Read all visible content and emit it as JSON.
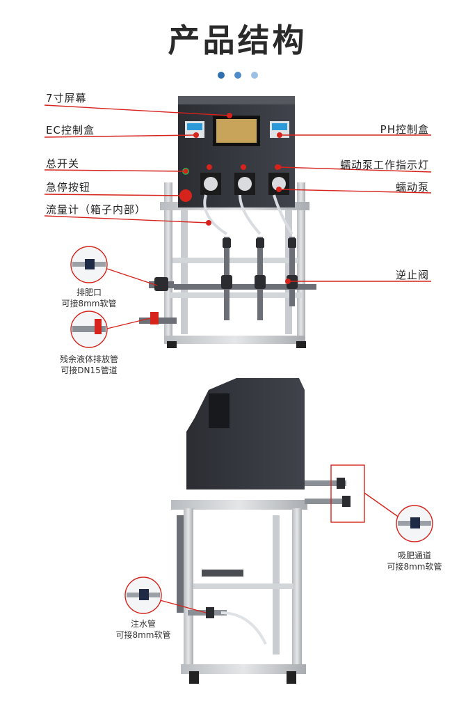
{
  "title": "产品结构",
  "accent_color": "#e02020",
  "dot_colors": [
    "#2f6fb0",
    "#4f8bc8",
    "#9cc0e3"
  ],
  "labels_left": [
    "7寸屏幕",
    "EC控制盒",
    "总开关",
    "急停按钮",
    "流量计（箱子内部）"
  ],
  "labels_right": [
    "PH控制盒",
    "蠕动泵工作指示灯",
    "蠕动泵",
    "逆止阀"
  ],
  "callouts": {
    "drain": [
      "排肥口",
      "可接8mm软管"
    ],
    "residual": [
      "残余液体排放管",
      "可接DN15管道"
    ],
    "suction": [
      "吸肥通道",
      "可接8mm软管"
    ],
    "inlet": [
      "注水管",
      "可接8mm软管"
    ]
  }
}
